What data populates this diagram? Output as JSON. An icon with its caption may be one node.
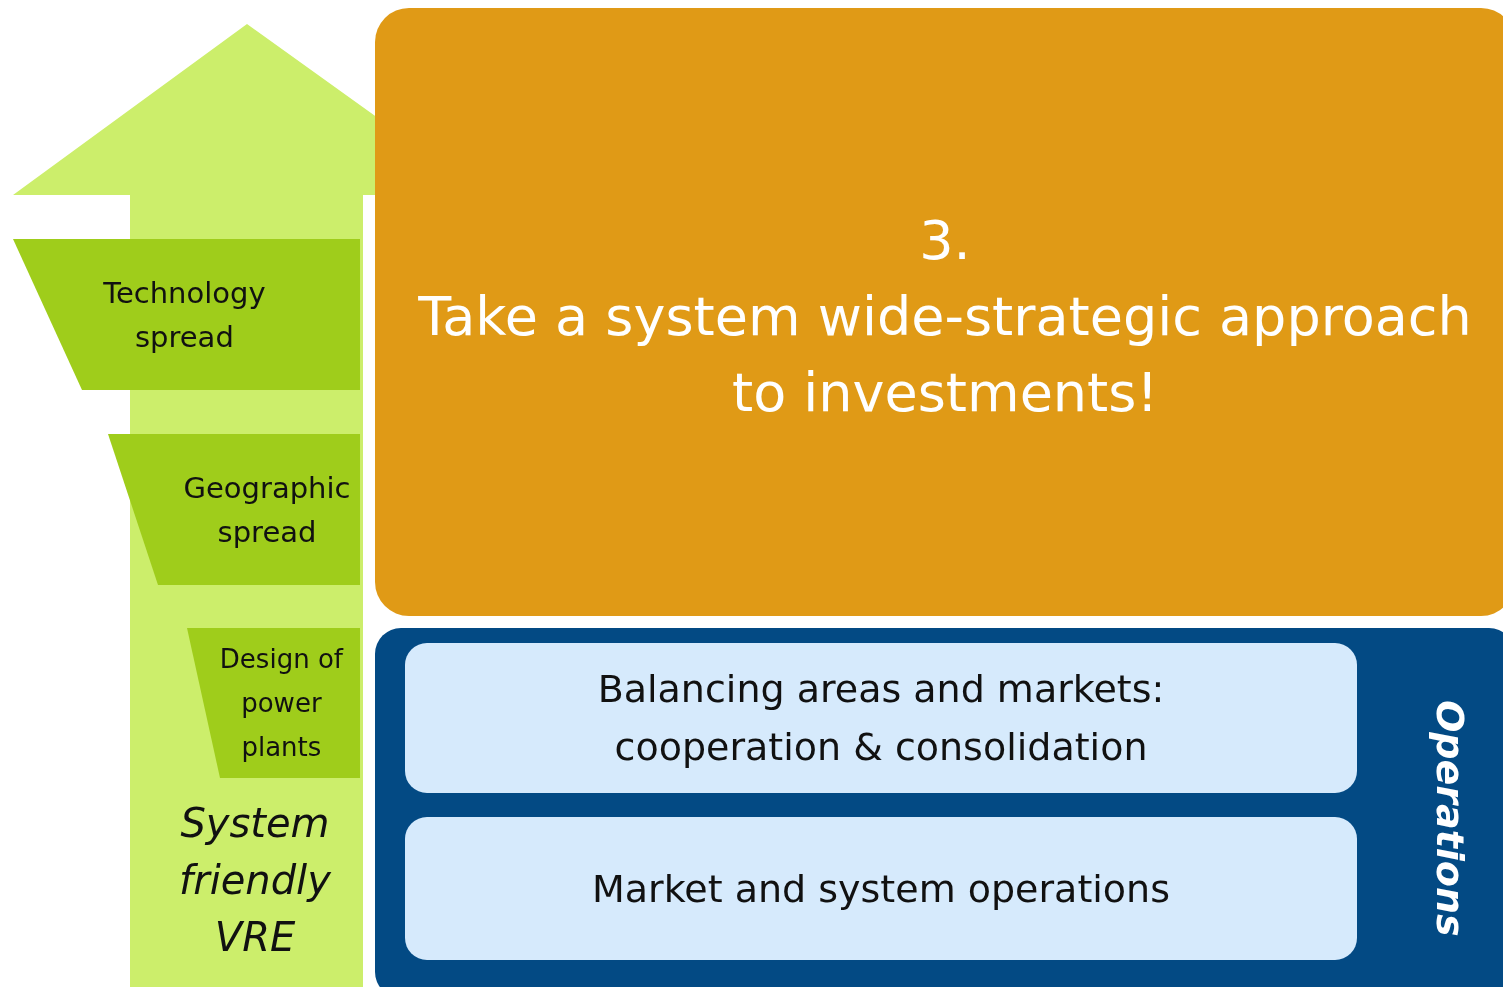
{
  "diagram": {
    "nodes": [
      {
        "text": [
          "System friendly VRE"
        ]
      },
      {
        "text": [
          "Technology spread"
        ],
        "in": 0
      },
      {
        "text": [
          "Geographic spread"
        ],
        "in": 0
      },
      {
        "text": [
          "Design of power plants"
        ],
        "in": 0
      },
      {
        "text": [
          "3.",
          "Take a system wide-strategic approach to investments!"
        ]
      },
      {
        "text": [
          "Operations"
        ]
      },
      {
        "text": [
          "Balancing areas and markets: cooperation & consolidation"
        ],
        "in": 5
      },
      {
        "text": [
          "Market and system operations"
        ],
        "in": 5
      }
    ]
  }
}
